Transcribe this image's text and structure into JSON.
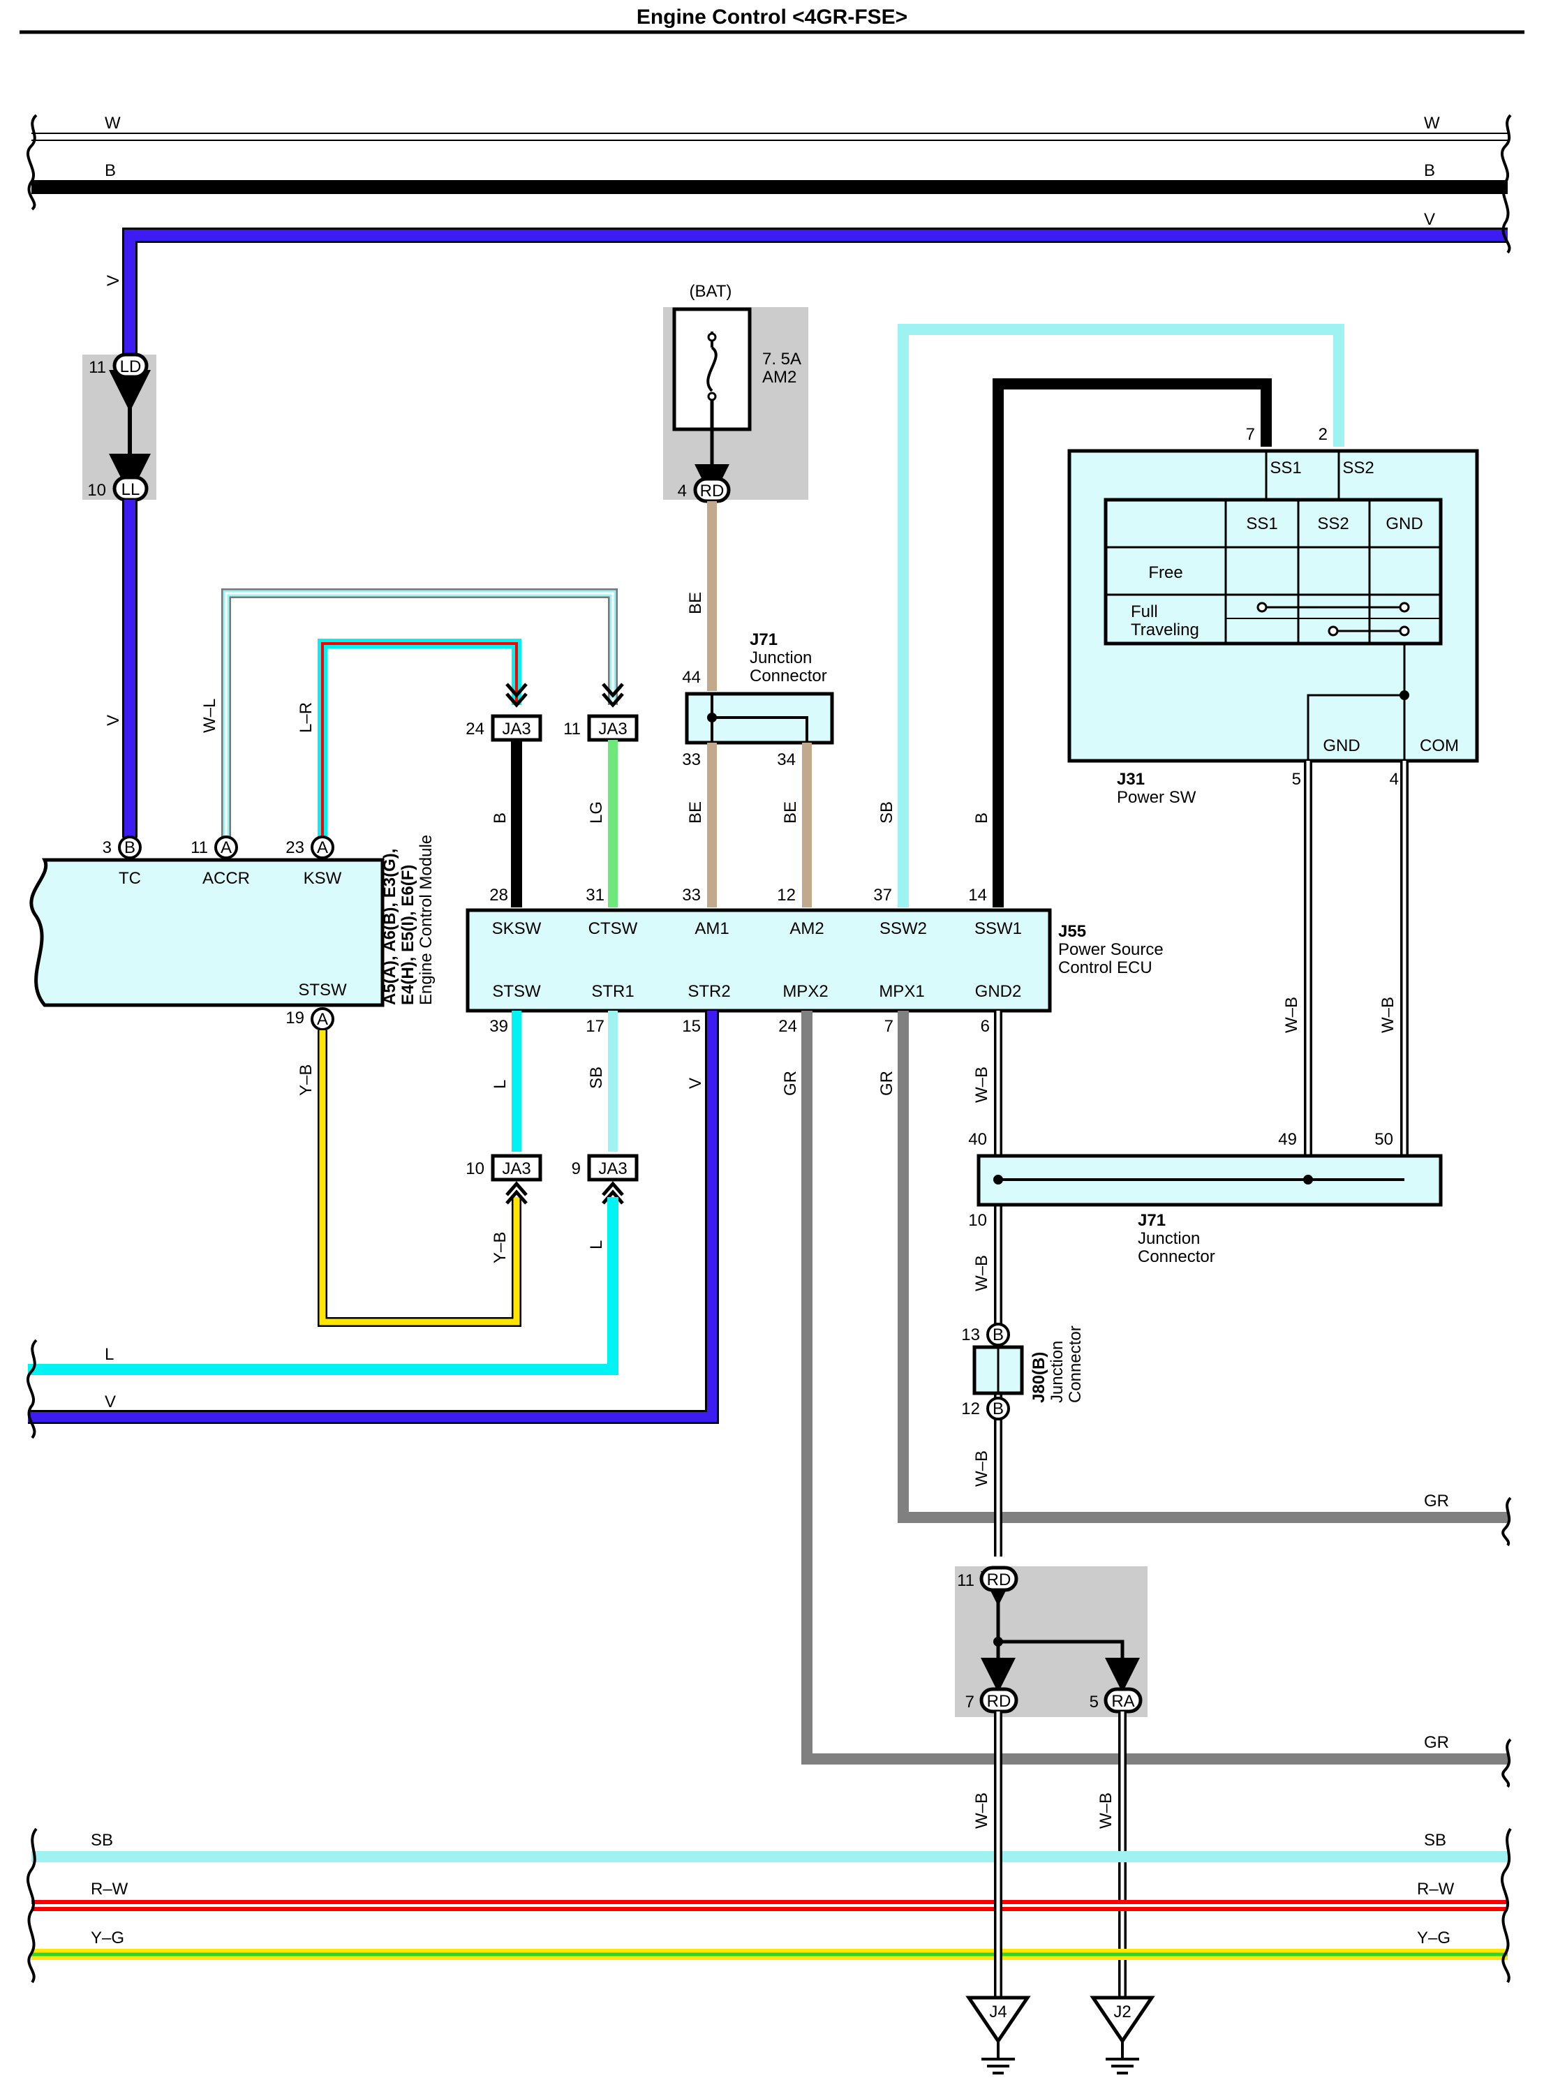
{
  "title": "Engine Control <4GR-FSE>",
  "colors": {
    "W": "#ffffff",
    "B": "#000000",
    "V": "#3d1cf2",
    "L": "#00f2f2",
    "LG": "#6de87a",
    "SB": "#9ef2f2",
    "BE": "#c2a98c",
    "GR": "#808080",
    "Y": "#ffe600",
    "R": "#ff0000",
    "G": "#2fd42f",
    "box": "#cccccc",
    "comp": "#d9fbfb"
  },
  "bus_top": [
    {
      "label_left": "W",
      "label_right": "W"
    },
    {
      "label_left": "B",
      "label_right": "B"
    },
    {
      "label_right": "V"
    }
  ],
  "bus_bottom": [
    {
      "label_left": "SB",
      "label_right": "SB"
    },
    {
      "label_left": "R–W",
      "label_right": "R–W"
    },
    {
      "label_left": "Y–G",
      "label_right": "Y–G"
    }
  ],
  "bus_mid": [
    {
      "label": "L"
    },
    {
      "label": "V"
    }
  ],
  "gr_right": [
    {
      "label": "GR"
    },
    {
      "label": "GR"
    }
  ],
  "ecm": {
    "name_line1": "A5(A), A6(B), E3(G),",
    "name_line2": "E4(H), E5(I), E6(F)",
    "name_line3": "Engine Control Module",
    "terms": [
      {
        "pin": "3",
        "conn": "B",
        "name": "TC"
      },
      {
        "pin": "11",
        "conn": "A",
        "name": "ACCR"
      },
      {
        "pin": "23",
        "conn": "A",
        "name": "KSW"
      },
      {
        "pin": "19",
        "conn": "A",
        "name": "STSW"
      }
    ]
  },
  "ld_connector": {
    "pin_top": "11",
    "label_top": "LD",
    "pin_bot": "10",
    "label_bot": "LL"
  },
  "fuse": {
    "source": "(BAT)",
    "rating": "7. 5A",
    "name": "AM2",
    "pin": "4",
    "conn": "RD"
  },
  "j71_top": {
    "name": "J71",
    "line1": "Junction",
    "line2": "Connector",
    "pin_in": "44",
    "pin_a": "33",
    "pin_b": "34"
  },
  "ecu": {
    "name": "J55",
    "line1": "Power Source",
    "line2": "Control ECU",
    "top_terms": [
      {
        "pin": "28",
        "name": "SKSW"
      },
      {
        "pin": "31",
        "name": "CTSW"
      },
      {
        "pin": "33",
        "name": "AM1"
      },
      {
        "pin": "12",
        "name": "AM2"
      },
      {
        "pin": "37",
        "name": "SSW2"
      },
      {
        "pin": "14",
        "name": "SSW1"
      }
    ],
    "bottom_terms": [
      {
        "pin": "39",
        "name": "STSW"
      },
      {
        "pin": "17",
        "name": "STR1"
      },
      {
        "pin": "15",
        "name": "STR2"
      },
      {
        "pin": "24",
        "name": "MPX2"
      },
      {
        "pin": "7",
        "name": "MPX1"
      },
      {
        "pin": "6",
        "name": "GND2"
      }
    ]
  },
  "ja3": [
    {
      "pin": "24",
      "name": "JA3"
    },
    {
      "pin": "11",
      "name": "JA3"
    },
    {
      "pin": "10",
      "name": "JA3"
    },
    {
      "pin": "9",
      "name": "JA3"
    }
  ],
  "power_sw": {
    "name": "J31",
    "label": "Power SW",
    "pin_ss1": "7",
    "pin_ss2": "2",
    "ss1": "SS1",
    "ss2": "SS2",
    "table_headers": [
      "SS1",
      "SS2",
      "GND"
    ],
    "row_free": "Free",
    "row_full_1": "Full",
    "row_full_2": "Traveling",
    "gnd": "GND",
    "com": "COM",
    "pin_gnd": "5",
    "pin_com": "4"
  },
  "j71_mid": {
    "name": "J71",
    "line1": "Junction",
    "line2": "Connector",
    "pin_40": "40",
    "pin_49": "49",
    "pin_50": "50",
    "pin_10": "10"
  },
  "j80": {
    "name": "J80(B)",
    "line1": "Junction",
    "line2": "Connector",
    "pin_top": "13",
    "pin_bot": "12",
    "conn": "B"
  },
  "rd_splice": {
    "pin_top": "11",
    "label_top": "RD",
    "pin_l": "7",
    "label_l": "RD",
    "pin_r": "5",
    "label_r": "RA"
  },
  "grounds": [
    {
      "name": "J4"
    },
    {
      "name": "J2"
    }
  ],
  "wire_labels": {
    "v_left_1": "V",
    "v_left_2": "V",
    "w_l": "W–L",
    "l_r": "L–R",
    "y_b_ecm": "Y–B",
    "b_sksw": "B",
    "lg": "LG",
    "be_1": "BE",
    "be_2": "BE",
    "be_3": "BE",
    "sb_ssw2": "SB",
    "b_ssw1": "B",
    "l_stsw": "L",
    "sb_str1": "SB",
    "v_str2": "V",
    "gr_1": "GR",
    "gr_2": "GR",
    "wb_gnd2": "W–B",
    "yb_low": "Y–B",
    "l_low": "L",
    "wb_1": "W–B",
    "wb_2": "W–B",
    "wb_3": "W–B",
    "wb_4": "W–B",
    "wb_5": "W–B",
    "wb_6": "W–B"
  }
}
